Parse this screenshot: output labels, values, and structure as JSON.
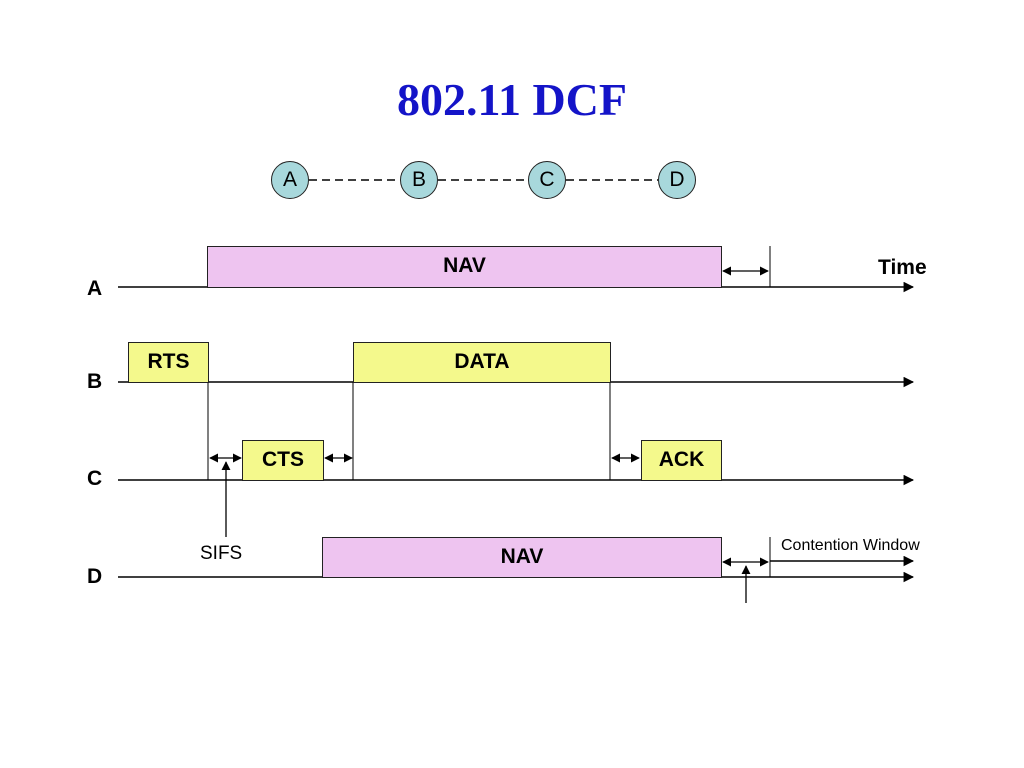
{
  "title": "802.11 DCF",
  "topology": {
    "nodes": [
      "A",
      "B",
      "C",
      "D"
    ]
  },
  "rows": [
    "A",
    "B",
    "C",
    "D"
  ],
  "frames": {
    "a_nav": "NAV",
    "rts": "RTS",
    "data": "DATA",
    "cts": "CTS",
    "ack": "ACK",
    "d_nav": "NAV"
  },
  "labels": {
    "time": "Time",
    "sifs": "SIFS",
    "contention_window": "Contention Window"
  },
  "colors": {
    "title": "#1414c8",
    "node_fill": "#a8d8dc",
    "frame_yellow": "#f4f98c",
    "frame_pink": "#eec4f0"
  }
}
